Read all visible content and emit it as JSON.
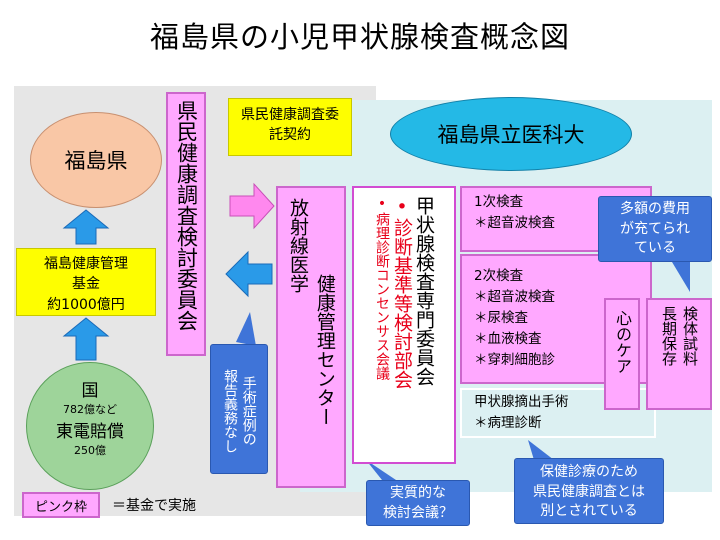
{
  "title": "福島県の小児甲状腺検査概念図",
  "fukushima_pref": "福島県",
  "medical_univ": "福島県立医科大",
  "commission": "県民健康調査委託契約",
  "fund": [
    "福島健康管理",
    "基金",
    "約1000億円"
  ],
  "nation": {
    "name": "国",
    "amount1": "782億など",
    "tepco": "東電賠償",
    "amount2": "250億"
  },
  "committee": "県民健康調査検討委員会",
  "radiation_center_1": "放射線医学",
  "radiation_center_2": "健康管理センター",
  "consensus": "•病理診断コンセンサス会議",
  "diagnosis": "•診断基準等検討部会",
  "thyroid_committee": "甲状腺検査専門委員会",
  "primary": {
    "heading": "1次検査",
    "items": [
      "＊超音波検査"
    ]
  },
  "secondary": {
    "heading": "2次検査",
    "items": [
      "＊超音波検査",
      "＊尿検査",
      "＊血液検査",
      "＊穿刺細胞診"
    ]
  },
  "surgery": {
    "heading": "甲状腺摘出手術",
    "items": [
      "＊病理診断"
    ]
  },
  "mental_care": "心のケア",
  "storage": "長期保存",
  "specimen": "検体試料",
  "callouts": {
    "cost": [
      "多額の費用",
      "が充てられ",
      "ている"
    ],
    "no_report": [
      "手術症例の",
      "報告義務なし"
    ],
    "review": [
      "実質的な",
      "検討会議？"
    ],
    "separate": [
      "保健診療のため",
      "県民健康調査とは",
      "別とされている"
    ]
  },
  "legend": {
    "label": "ピンク枠",
    "text": "＝基金で実施"
  },
  "colors": {
    "pink": "#ffa8ff",
    "yellow": "#fefe00",
    "univ_blue": "#24b9e6",
    "callout_blue": "#3f74d8",
    "arrow_pink": "#ff88ee",
    "arrow_blue": "#2a9ae8",
    "red_text": "#e8001a"
  }
}
